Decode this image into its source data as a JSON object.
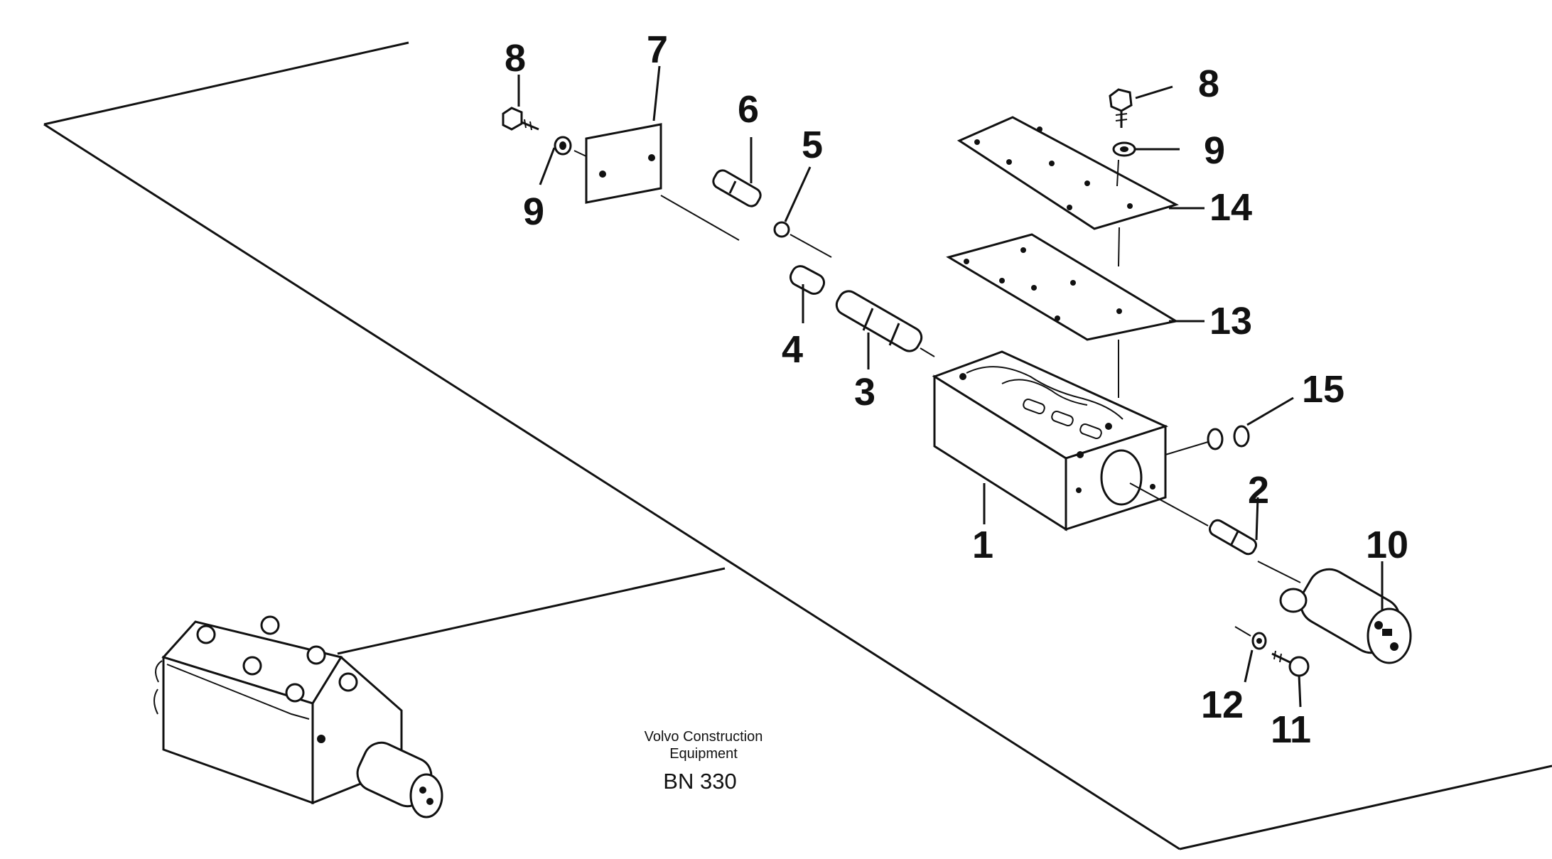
{
  "diagram": {
    "caption_line1": "Volvo Construction",
    "caption_line2": "Equipment",
    "code": "BN 330",
    "labels": {
      "l1": "1",
      "l2": "2",
      "l3": "3",
      "l4": "4",
      "l5": "5",
      "l6": "6",
      "l7": "7",
      "l8a": "8",
      "l8b": "8",
      "l9a": "9",
      "l9b": "9",
      "l10": "10",
      "l11": "11",
      "l12": "12",
      "l13": "13",
      "l14": "14",
      "l15": "15"
    }
  }
}
